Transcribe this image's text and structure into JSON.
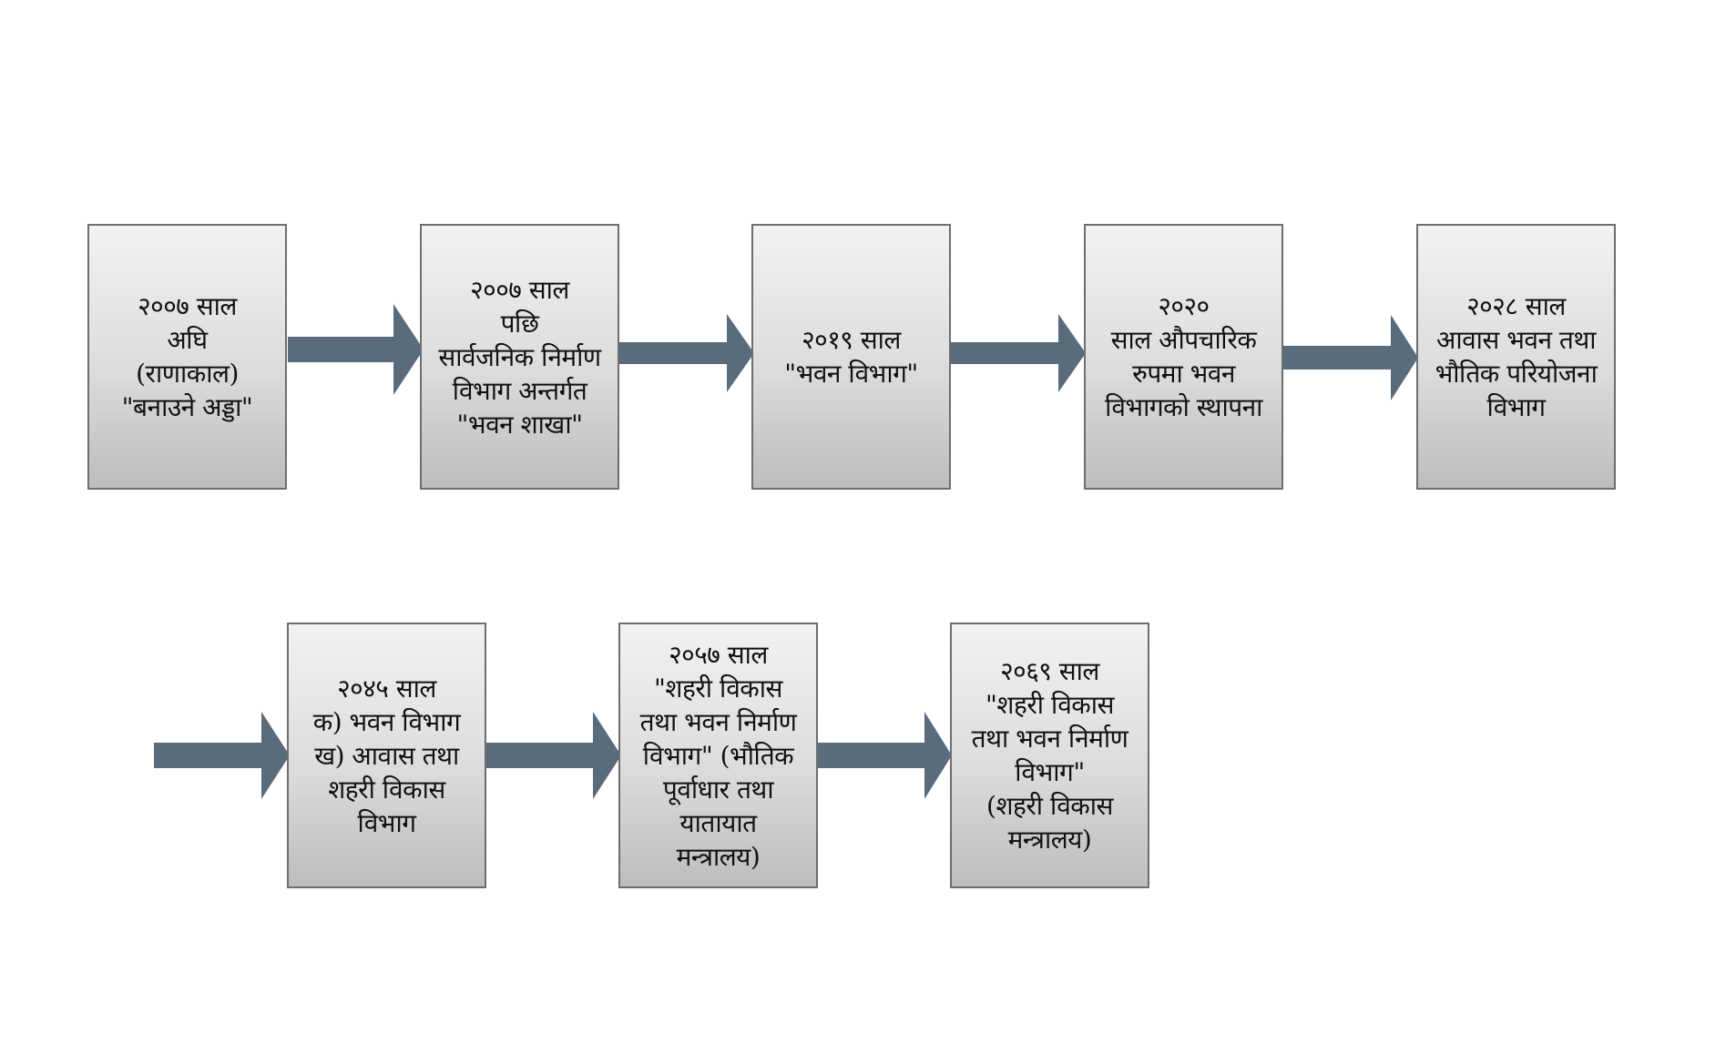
{
  "diagram": {
    "colors": {
      "arrow_fill": "#5a6b7c",
      "box_border": "#6e6e6e",
      "box_gradient_top": "#f2f2f2",
      "box_gradient_bottom": "#bdbdbd",
      "text": "#111111"
    },
    "row1": [
      {
        "lines": [
          "२००७ साल",
          "अघि",
          "(राणाकाल)",
          "\"बनाउने अड्डा\""
        ]
      },
      {
        "lines": [
          "२००७ साल",
          "पछि",
          "सार्वजनिक निर्माण",
          "विभाग अन्तर्गत",
          "\"भवन शाखा\""
        ]
      },
      {
        "lines": [
          "२०१९ साल",
          "\"भवन विभाग\""
        ]
      },
      {
        "lines": [
          "२०२०",
          "साल औपचारिक",
          "रुपमा भवन",
          "विभागको स्थापना"
        ]
      },
      {
        "lines": [
          "२०२८ साल",
          "आवास भवन तथा",
          "भौतिक परियोजना",
          "विभाग"
        ]
      }
    ],
    "row2": [
      {
        "lines": [
          "२०४५ साल",
          "क) भवन विभाग",
          "ख) आवास तथा",
          "शहरी  विकास",
          "विभाग"
        ]
      },
      {
        "lines": [
          "२०५७ साल",
          "\"शहरी विकास",
          "तथा भवन निर्माण",
          "विभाग\" (भौतिक",
          "पूर्वाधार तथा",
          "यातायात",
          "मन्त्रालय)"
        ]
      },
      {
        "lines": [
          "२०६९ साल",
          "\"शहरी  विकास",
          "तथा भवन निर्माण",
          "विभाग\"",
          "(शहरी विकास",
          "मन्त्रालय)"
        ]
      }
    ]
  }
}
